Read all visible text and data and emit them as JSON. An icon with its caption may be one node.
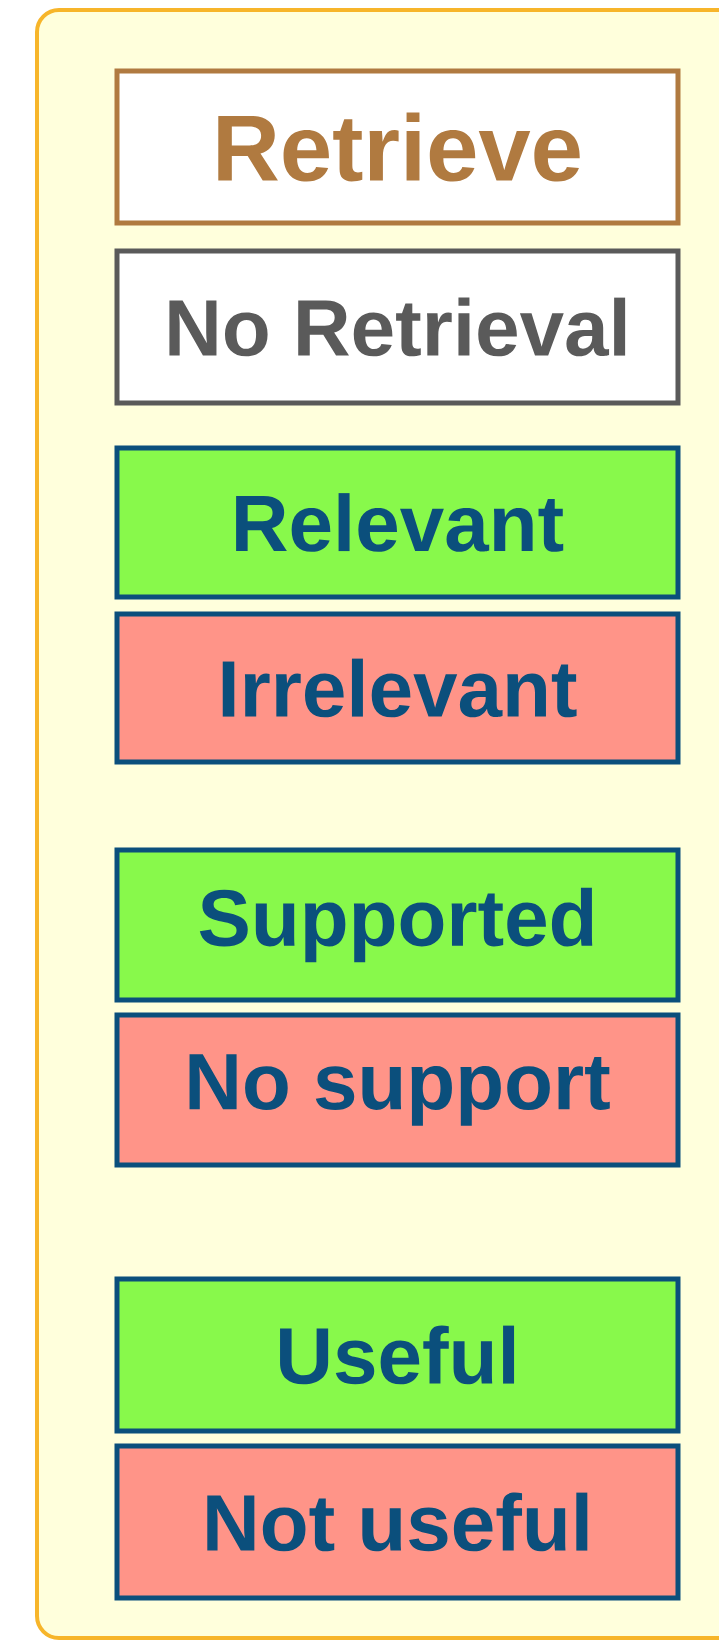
{
  "diagram": {
    "nodes": [
      {
        "text": [],
        "shape": "box"
      },
      {
        "text": [
          "Retrieve"
        ],
        "in": 0
      },
      {
        "text": [
          "No Retrieval"
        ],
        "in": 0
      },
      {
        "text": [
          "Relevant"
        ],
        "in": 0
      },
      {
        "text": [
          "Irrelevant"
        ],
        "in": 0
      },
      {
        "text": [
          "Supported"
        ],
        "in": 0
      },
      {
        "text": [
          "No support"
        ],
        "in": 0
      },
      {
        "text": [
          "Useful"
        ],
        "in": 0
      },
      {
        "text": [
          "Not useful"
        ],
        "in": 0
      }
    ]
  }
}
